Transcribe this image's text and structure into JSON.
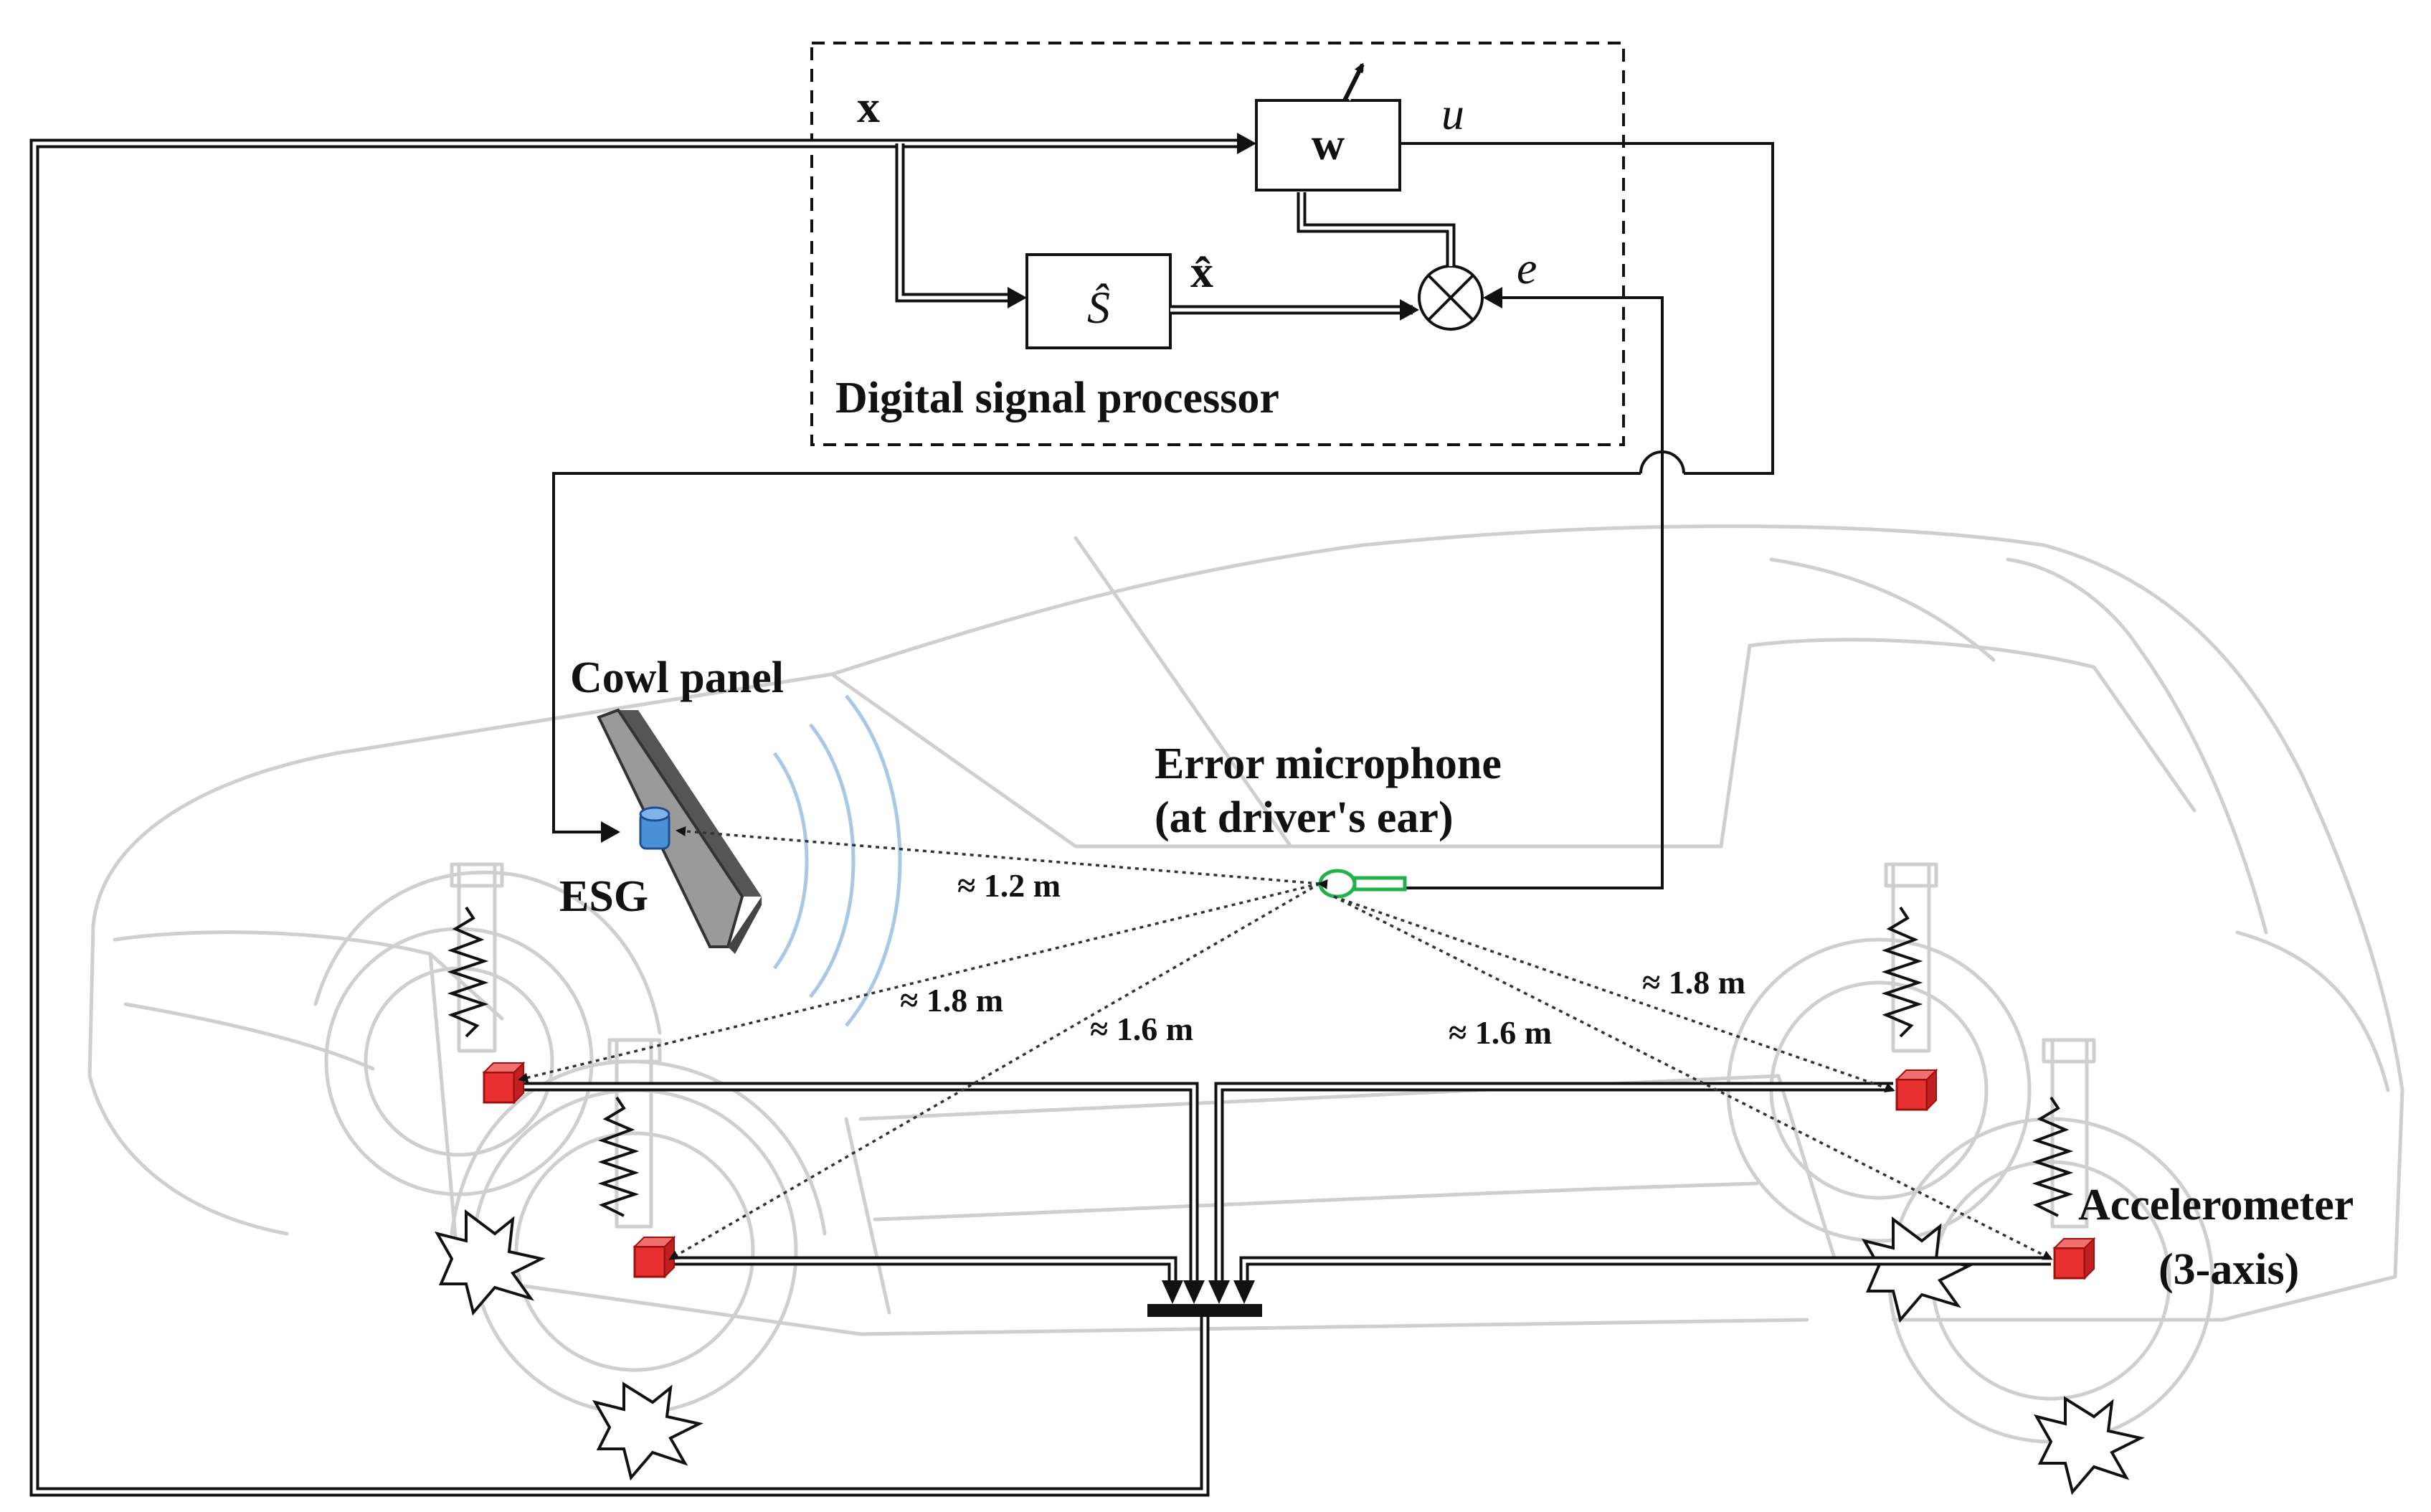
{
  "diagram": {
    "dsp": {
      "label": "Digital signal processor",
      "signal_x": "x",
      "filter_w": "w",
      "output_u": "u",
      "secondary_path_model": "Ŝ",
      "filtered_x": "x̂",
      "error_e": "e"
    },
    "components": {
      "cowl_panel": "Cowl panel",
      "esg": "ESG",
      "error_mic_line1": "Error microphone",
      "error_mic_line2": "(at driver's ear)",
      "accel_line1": "Accelerometer",
      "accel_line2": "(3-axis)"
    },
    "distances": {
      "esg_to_mic": "≈ 1.2 m",
      "front_left": "≈ 1.8 m",
      "rear_left": "≈ 1.6 m",
      "front_right": "≈ 1.8 m",
      "rear_right": "≈ 1.6 m"
    },
    "colors": {
      "accelerometer": "#e83030",
      "microphone": "#22b24a",
      "esg": "#4a90d9",
      "sound_waves": "#a9c8e6",
      "car_outline": "#cfcfcf"
    }
  }
}
